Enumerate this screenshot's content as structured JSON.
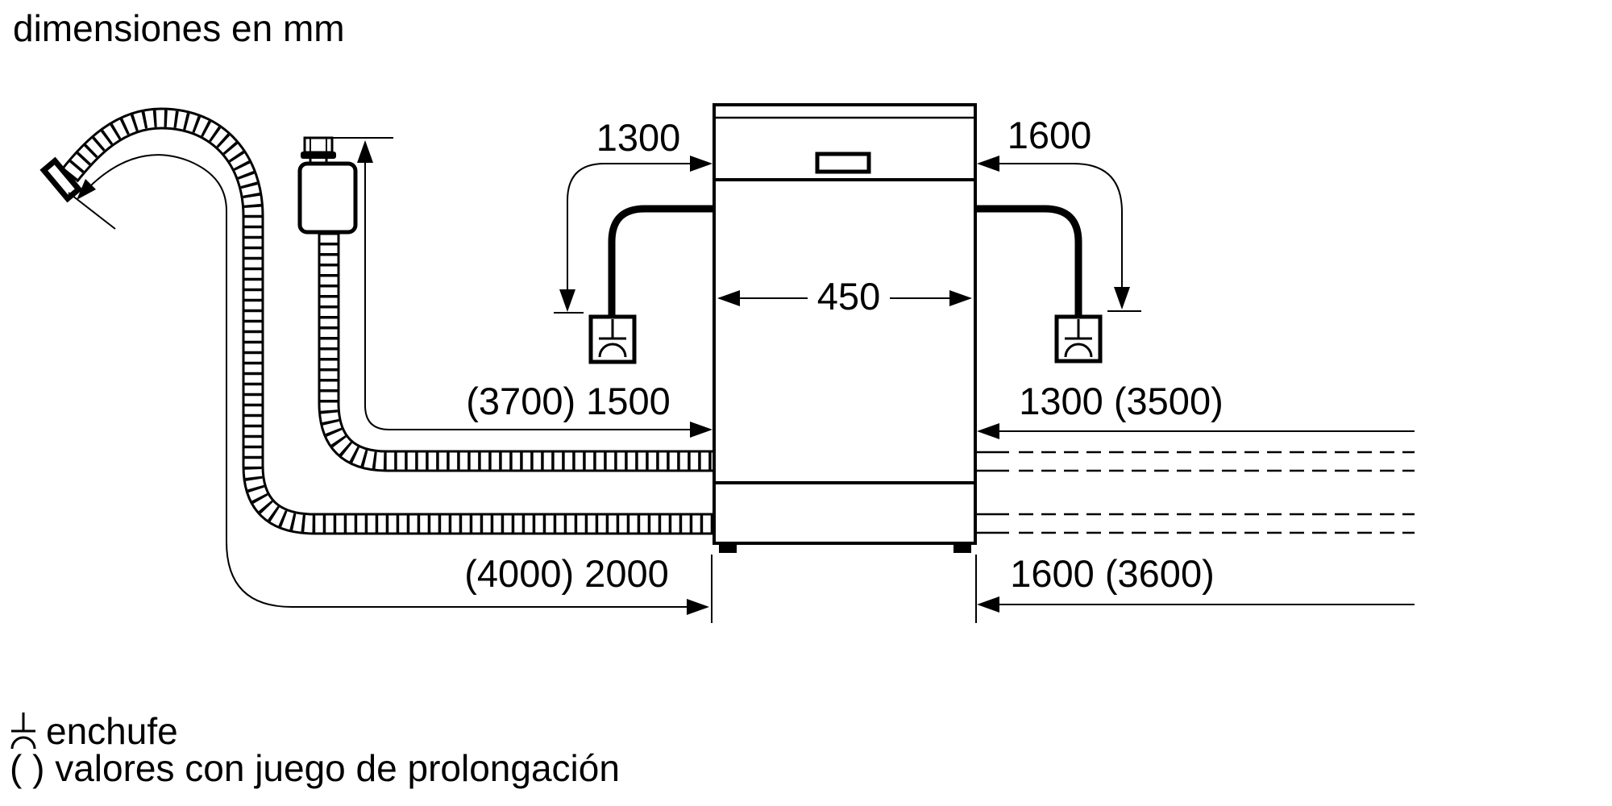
{
  "title": "dimensiones en mm",
  "colors": {
    "line": "#000000",
    "background": "#ffffff"
  },
  "dimensions": {
    "cord_left": "1300",
    "cord_right": "1600",
    "appliance_width": "450",
    "supply_hose_length": "(3700) 1500",
    "right_mid_length": "1300 (3500)",
    "drain_hose_length": "(4000) 2000",
    "right_bottom_length": "1600 (3600)"
  },
  "legend": {
    "plug_label": "enchufe",
    "parens_note": "( ) valores con juego de prolongación"
  }
}
